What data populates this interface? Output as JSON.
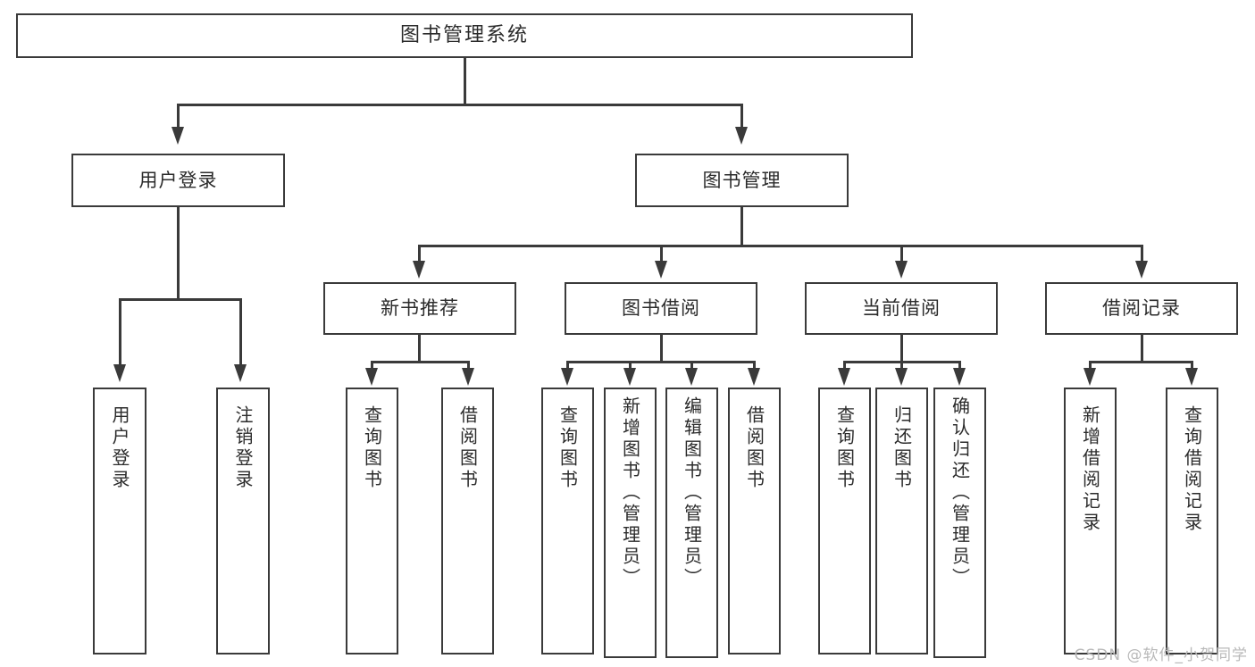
{
  "diagram": {
    "title": "图书管理系统",
    "type": "tree",
    "watermark": "CSDN @软件_小贺同学",
    "line_color": "#3a3a3a",
    "box_fill": "#ffffff",
    "text_color": "#2b2b2b"
  },
  "root": {
    "label": "图书管理系统"
  },
  "level2": [
    {
      "label": "用户登录"
    },
    {
      "label": "图书管理"
    }
  ],
  "level3": [
    {
      "label": "新书推荐"
    },
    {
      "label": "图书借阅"
    },
    {
      "label": "当前借阅"
    },
    {
      "label": "借阅记录"
    }
  ],
  "leaves": {
    "user_login": [
      {
        "label": "用户登录"
      },
      {
        "label": "注销登录"
      }
    ],
    "new_book": [
      {
        "label": "查询图书"
      },
      {
        "label": "借阅图书"
      }
    ],
    "book_borrow": [
      {
        "label": "查询图书"
      },
      {
        "label": "新增图书（管理员）"
      },
      {
        "label": "编辑图书（管理员）"
      },
      {
        "label": "借阅图书"
      }
    ],
    "current_borrow": [
      {
        "label": "查询图书"
      },
      {
        "label": "归还图书"
      },
      {
        "label": "确认归还（管理员）"
      }
    ],
    "borrow_record": [
      {
        "label": "新增借阅记录"
      },
      {
        "label": "查询借阅记录"
      }
    ]
  }
}
